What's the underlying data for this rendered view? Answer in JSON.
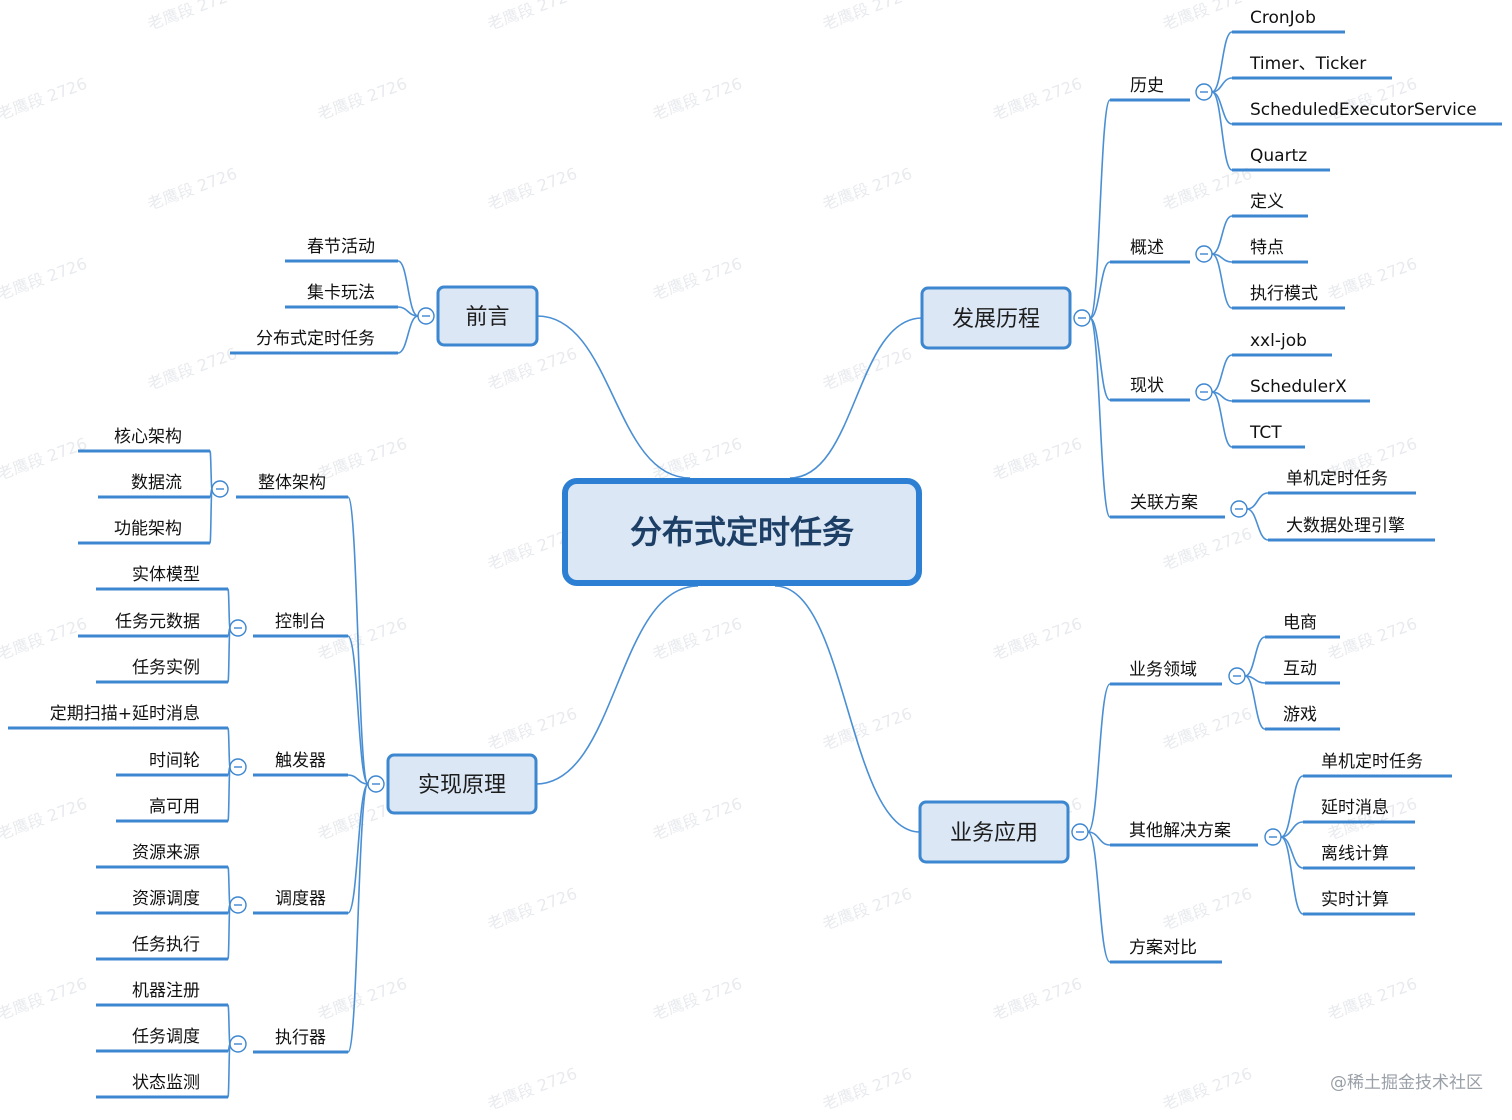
{
  "center": "分布式定时任务",
  "credit": "@稀土掘金技术社区",
  "watermark": "老鹰段 2726",
  "branches": [
    {
      "id": "preface",
      "side": "left",
      "label": "前言",
      "children": [
        {
          "label": "春节活动"
        },
        {
          "label": "集卡玩法"
        },
        {
          "label": "分布式定时任务"
        }
      ]
    },
    {
      "id": "history",
      "side": "right",
      "label": "发展历程",
      "children": [
        {
          "label": "历史",
          "children": [
            "CronJob",
            "Timer、Ticker",
            "ScheduledExecutorService",
            "Quartz"
          ]
        },
        {
          "label": "概述",
          "children": [
            "定义",
            "特点",
            "执行模式"
          ]
        },
        {
          "label": "现状",
          "children": [
            "xxl-job",
            "SchedulerX",
            "TCT"
          ]
        },
        {
          "label": "关联方案",
          "children": [
            "单机定时任务",
            "大数据处理引擎"
          ]
        }
      ]
    },
    {
      "id": "principle",
      "side": "left",
      "label": "实现原理",
      "children": [
        {
          "label": "整体架构",
          "children": [
            "核心架构",
            "数据流",
            "功能架构"
          ]
        },
        {
          "label": "控制台",
          "children": [
            "实体模型",
            "任务元数据",
            "任务实例"
          ]
        },
        {
          "label": "触发器",
          "children": [
            "定期扫描+延时消息",
            "时间轮",
            "高可用"
          ]
        },
        {
          "label": "调度器",
          "children": [
            "资源来源",
            "资源调度",
            "任务执行"
          ]
        },
        {
          "label": "执行器",
          "children": [
            "机器注册",
            "任务调度",
            "状态监测"
          ]
        }
      ]
    },
    {
      "id": "business",
      "side": "right",
      "label": "业务应用",
      "children": [
        {
          "label": "业务领域",
          "children": [
            "电商",
            "互动",
            "游戏"
          ]
        },
        {
          "label": "其他解决方案",
          "children": [
            "单机定时任务",
            "延时消息",
            "离线计算",
            "实时计算"
          ]
        },
        {
          "label": "方案对比"
        }
      ]
    }
  ]
}
